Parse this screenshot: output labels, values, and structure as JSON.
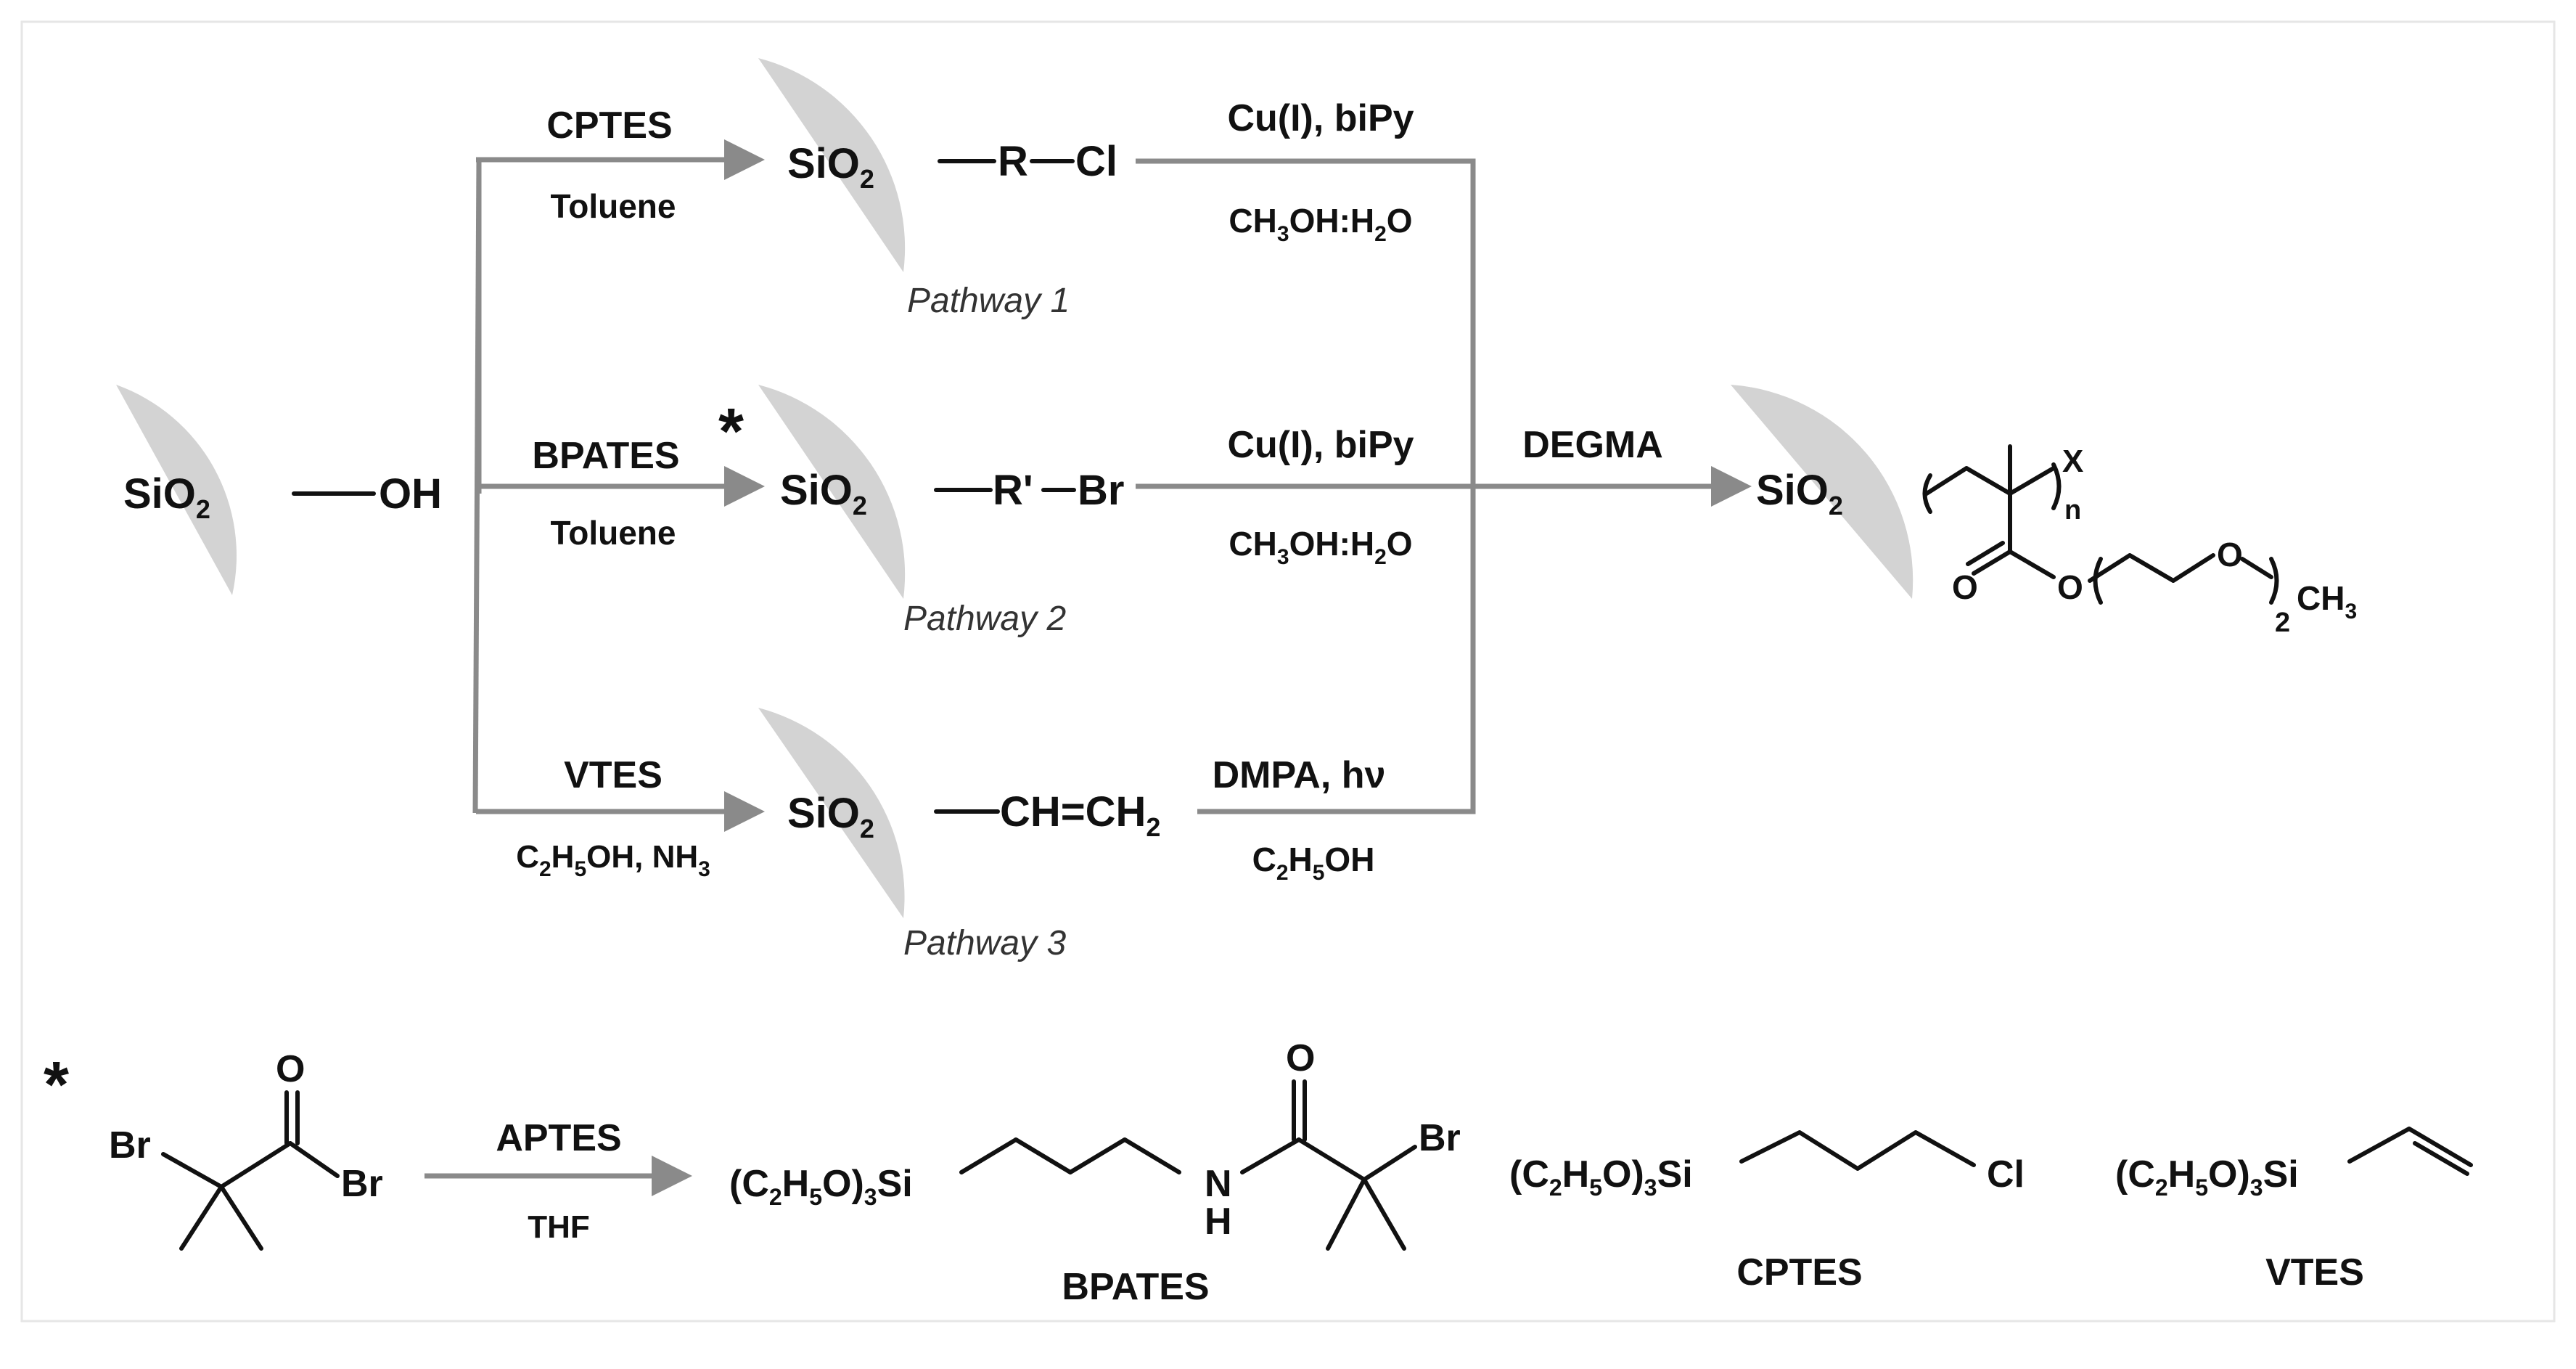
{
  "colors": {
    "sphere": "#d3d3d3",
    "arrow": "#8a8a8a",
    "text": "#111111"
  },
  "start": {
    "sio2": "SiO",
    "sub": "2",
    "group": "OH"
  },
  "pathway1": {
    "reagent": "CPTES",
    "solvent": "Toluene",
    "sio2": "SiO",
    "sub": "2",
    "group": "R",
    "group2": "Cl",
    "catalyst": "Cu(I), biPy",
    "cond_a": "CH",
    "cond_sub1": "3",
    "cond_b": "OH:H",
    "cond_sub2": "2",
    "cond_c": "O",
    "label": "Pathway 1"
  },
  "pathway2": {
    "reagent": "BPATES",
    "star": "*",
    "solvent": "Toluene",
    "sio2": "SiO",
    "sub": "2",
    "group": "R'",
    "group2": "Br",
    "catalyst": "Cu(I), biPy",
    "cond_a": "CH",
    "cond_sub1": "3",
    "cond_b": "OH:H",
    "cond_sub2": "2",
    "cond_c": "O",
    "label": "Pathway 2"
  },
  "pathway3": {
    "reagent": "VTES",
    "solvent_a": "C",
    "solvent_sub1": "2",
    "solvent_b": "H",
    "solvent_sub2": "5",
    "solvent_c": "OH,  NH",
    "solvent_sub3": "3",
    "sio2": "SiO",
    "sub": "2",
    "group": "CH=CH",
    "group_sub": "2",
    "catalyst": "DMPA, hν",
    "cond_a": "C",
    "cond_sub1": "2",
    "cond_b": "H",
    "cond_sub2": "5",
    "cond_c": "OH",
    "label": "Pathway 3"
  },
  "product": {
    "monomer": "DEGMA",
    "sio2": "SiO",
    "sub": "2",
    "end": "X",
    "n": "n",
    "o1": "O",
    "o2": "O",
    "o3": "O",
    "rep": "2",
    "ch": "CH",
    "ch_sub": "3"
  },
  "footnote": {
    "star": "*",
    "br1": "Br",
    "o": "O",
    "br2": "Br",
    "reagent": "APTES",
    "solvent": "THF",
    "bpates_si_a": "(C",
    "bpates_si_s1": "2",
    "bpates_si_b": "H",
    "bpates_si_s2": "5",
    "bpates_si_c": "O)",
    "bpates_si_s3": "3",
    "bpates_si_d": "Si",
    "bpates_n": "N",
    "bpates_h": "H",
    "bpates_o": "O",
    "bpates_br": "Br",
    "bpates_name": "BPATES",
    "cptes_si_a": "(C",
    "cptes_si_s1": "2",
    "cptes_si_b": "H",
    "cptes_si_s2": "5",
    "cptes_si_c": "O)",
    "cptes_si_s3": "3",
    "cptes_si_d": "Si",
    "cptes_cl": "Cl",
    "cptes_name": "CPTES",
    "vtes_si_a": "(C",
    "vtes_si_s1": "2",
    "vtes_si_b": "H",
    "vtes_si_s2": "5",
    "vtes_si_c": "O)",
    "vtes_si_s3": "3",
    "vtes_si_d": "Si",
    "vtes_name": "VTES"
  }
}
